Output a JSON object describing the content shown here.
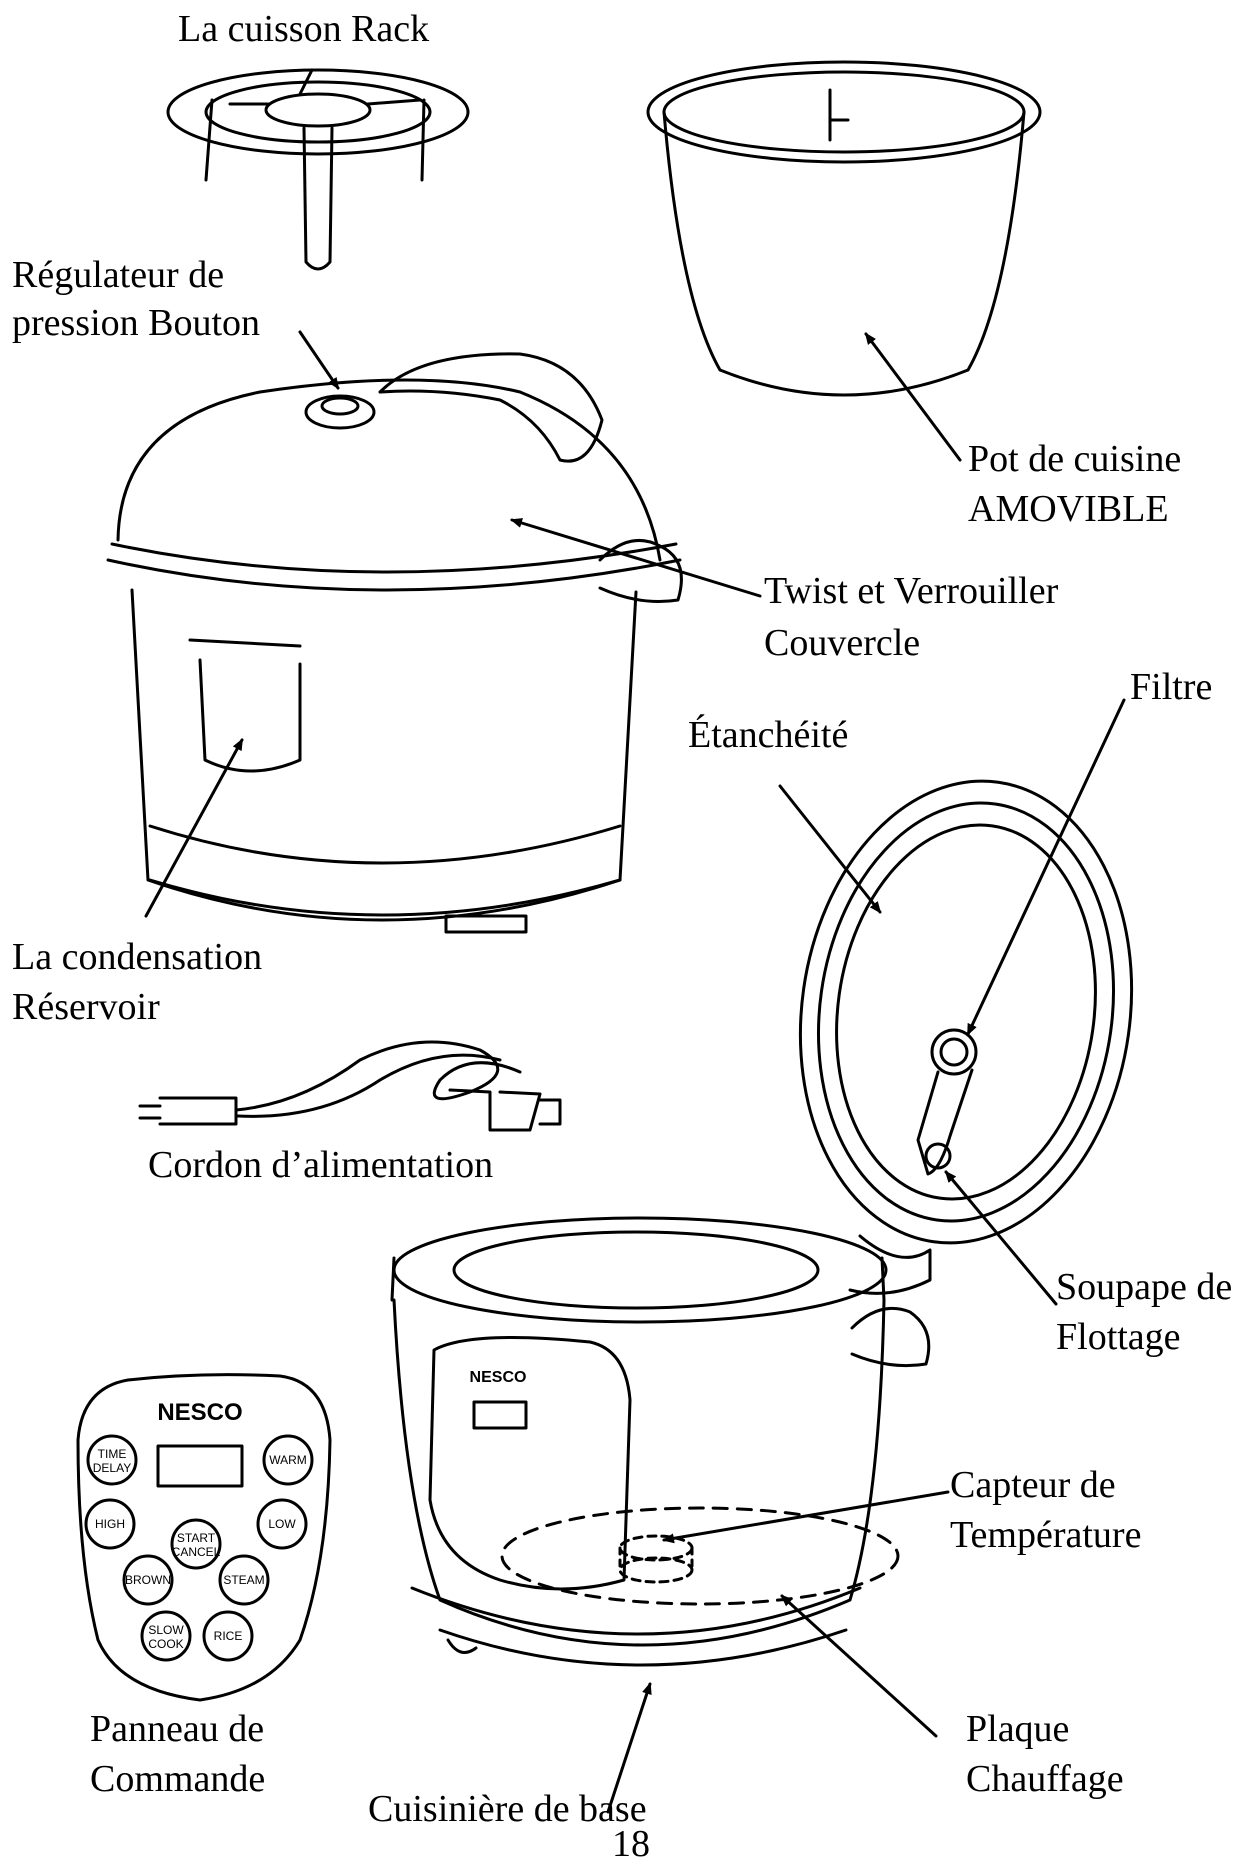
{
  "labels": {
    "rack": "La cuisson Rack",
    "regulator_line1": "Régulateur de",
    "regulator_line2": "pression Bouton",
    "pot_line1": "Pot de cuisine",
    "pot_line2": "AMOVIBLE",
    "lid_line1": "Twist et Verrouiller",
    "lid_line2": "Couvercle",
    "filter": "Filtre",
    "seal": "Étanchéité",
    "condensation_line1": "La condensation",
    "condensation_line2": "Réservoir",
    "cord": "Cordon d’alimentation",
    "float_line1": "Soupape de",
    "float_line2": "Flottage",
    "sensor_line1": "Capteur de",
    "sensor_line2": "Température",
    "panel_line1": "Panneau de",
    "panel_line2": "Commande",
    "heating_line1": "Plaque",
    "heating_line2": "Chauffage",
    "base": "Cuisinière de base"
  },
  "page_number": "18",
  "control_panel": {
    "brand": "NESCO",
    "buttons": {
      "time_delay_1": "TIME",
      "time_delay_2": "DELAY",
      "warm": "WARM",
      "high": "HIGH",
      "low": "LOW",
      "start_1": "START",
      "start_2": "CANCEL",
      "brown": "BROWN",
      "steam": "STEAM",
      "slow_1": "SLOW",
      "slow_2": "COOK",
      "rice": "RICE"
    }
  },
  "cooker_panel": {
    "brand": "NESCO"
  }
}
